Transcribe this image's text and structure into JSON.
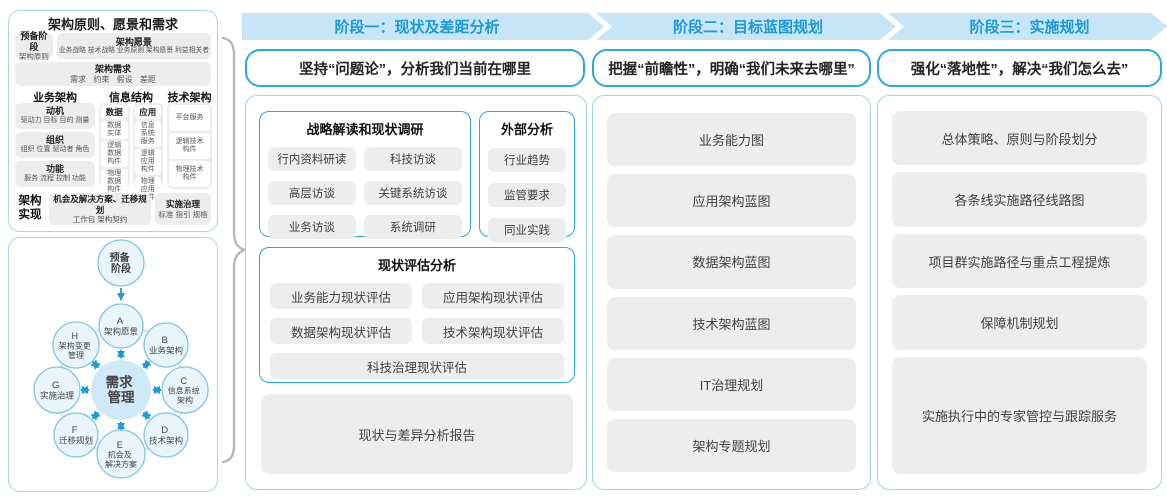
{
  "colors": {
    "accent_blue": "#29a8e0",
    "band_bg": "#c6e6f7",
    "band_text": "#1d9ad6",
    "panel_border": "#9fd4f0",
    "gray_box": "#ededed",
    "circle_fill": "#e9f4fc",
    "circle_stroke": "#7fc5ec",
    "center_circle_fill": "#cfe9f8",
    "arrow_blue": "#1f9ad6",
    "brace_gray": "#b8b8b8"
  },
  "left_panel": {
    "title": "架构原则、愿景和需求",
    "prep": {
      "title": "预备阶段",
      "sub": "架构原则"
    },
    "vision": {
      "title": "架构愿景",
      "sub": "业务战略 技术战略 业务原则 架构愿景 利益相关者"
    },
    "requirement": {
      "title": "架构需求",
      "sub": "需求 约束 假设 差距"
    },
    "business": {
      "title": "业务架构",
      "boxes": [
        {
          "title": "动机",
          "sub": "驱动力 目标 目的 测量"
        },
        {
          "title": "组织",
          "sub": "组织 位置 驱动者 角色"
        },
        {
          "title": "功能",
          "sub": "服务 流程 控制 功能"
        }
      ]
    },
    "info": {
      "title": "信息结构",
      "columns": [
        {
          "title": "数据",
          "items": [
            "数据实体",
            "逻辑数据构件",
            "物理数据构件"
          ]
        },
        {
          "title": "应用",
          "items": [
            "信息系统服务",
            "逻辑应用构件",
            "物理应用构件"
          ]
        }
      ]
    },
    "tech": {
      "title": "技术架构",
      "items": [
        "平台服务",
        "逻辑技术构件",
        "物理技术构件"
      ]
    },
    "realization": {
      "title": "架构实现",
      "boxes": [
        {
          "title": "机会及解决方案、迁移规划",
          "sub": "工作包 架构契约"
        },
        {
          "title": "实施治理",
          "sub": "标准 指引 规格"
        }
      ]
    }
  },
  "cycle": {
    "prep_lines": [
      "预备",
      "阶段"
    ],
    "center_lines": [
      "需求",
      "管理"
    ],
    "nodes": [
      {
        "letter": "A",
        "lines": [
          "架构愿景"
        ]
      },
      {
        "letter": "B",
        "lines": [
          "业务架构"
        ]
      },
      {
        "letter": "C",
        "lines": [
          "信息系统",
          "架构"
        ]
      },
      {
        "letter": "D",
        "lines": [
          "技术架构"
        ]
      },
      {
        "letter": "E",
        "lines": [
          "机会及",
          "解决方案"
        ]
      },
      {
        "letter": "F",
        "lines": [
          "迁移规划"
        ]
      },
      {
        "letter": "G",
        "lines": [
          "实施治理"
        ]
      },
      {
        "letter": "H",
        "lines": [
          "架构变更",
          "管理"
        ]
      }
    ]
  },
  "phases": [
    {
      "header": "阶段一：现状及差距分析",
      "subtitle": "坚持“问题论”，分析我们当前在哪里",
      "groups": [
        {
          "title": "战略解读和现状调研",
          "items": [
            "行内资料研读",
            "科技访谈",
            "高层访谈",
            "关键系统访谈",
            "业务访谈",
            "系统调研"
          ]
        },
        {
          "title": "外部分析",
          "items": [
            "行业趋势",
            "监管要求",
            "同业实践"
          ]
        },
        {
          "title": "现状评估分析",
          "items": [
            "业务能力现状评估",
            "应用架构现状评估",
            "数据架构现状评估",
            "技术架构现状评估",
            "科技治理现状评估"
          ]
        }
      ],
      "report": "现状与差异分析报告"
    },
    {
      "header": "阶段二：目标蓝图规划",
      "subtitle": "把握“前瞻性”，明确“我们未来去哪里”",
      "items": [
        "业务能力图",
        "应用架构蓝图",
        "数据架构蓝图",
        "技术架构蓝图",
        "IT治理规划",
        "架构专题规划"
      ]
    },
    {
      "header": "阶段三：实施规划",
      "subtitle": "强化“落地性”，解决“我们怎么去”",
      "items": [
        "总体策略、原则与阶段划分",
        "各条线实施路径线路图",
        "项目群实施路径与重点工程提炼",
        "保障机制规划",
        "实施执行中的专家管控与跟踪服务"
      ]
    }
  ]
}
